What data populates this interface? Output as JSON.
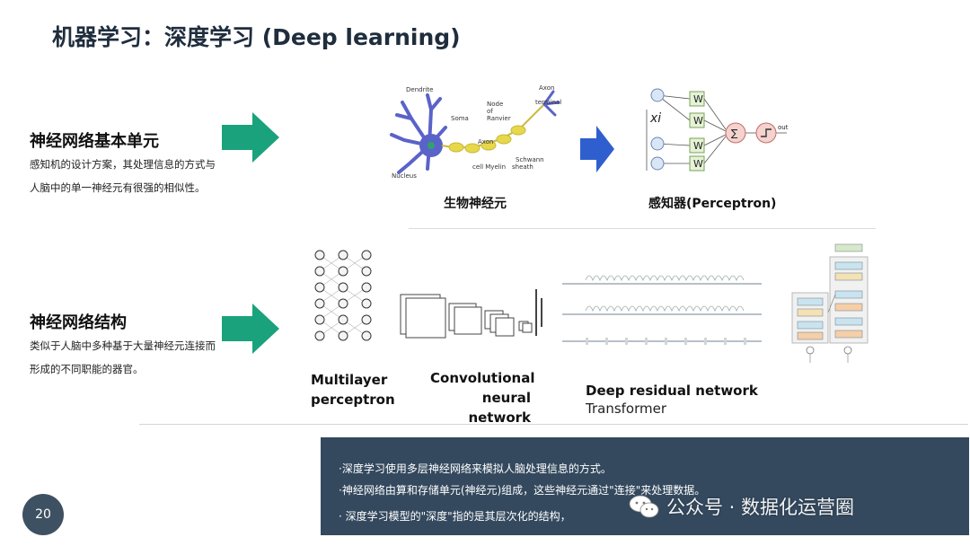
{
  "title": "机器学习：深度学习 (Deep learning)",
  "section1": {
    "title": "神经网络基本单元",
    "description": "感知机的设计方案，其处理信息的方式与人脑中的单一神经元有很强的相似性。"
  },
  "section2": {
    "title": "神经网络结构",
    "description": "类似于人脑中多种基于大量神经元连接而形成的不同职能的器官。"
  },
  "neuron": {
    "caption": "生物神经元",
    "labels": {
      "dendrite": "Dendrite",
      "soma": "Soma",
      "nucleus": "Nucleus",
      "axon": "Axon",
      "node1": "Node",
      "node2": "of",
      "node3": "Ranvier",
      "terminal1": "Axon",
      "terminal2": "terminal",
      "myelin": "cell Myelin",
      "schwann1": "Schwann",
      "schwann2": "sheath"
    }
  },
  "perceptron": {
    "caption": "感知器(Perceptron)",
    "labels": {
      "xi": "xi",
      "w": "W",
      "sum": "∑",
      "out": "out"
    }
  },
  "networks": {
    "mlp": [
      "Multilayer",
      "perceptron"
    ],
    "cnn": [
      "Convolutional",
      "neural",
      "network"
    ],
    "resnet": "Deep residual network",
    "transformer": "Transformer"
  },
  "info": {
    "line1": "·深度学习使用多层神经网络来模拟人脑处理信息的方式。",
    "line2": "·神经网络由算和存储单元(神经元)组成，这些神经元通过\"连接\"来处理数据。",
    "line3": "· 深度学习模型的\"深度\"指的是其层次化的结构，"
  },
  "page_number": "20",
  "watermark": "公众号 · 数据化运营圈",
  "colors": {
    "arrow_green": "#1aa27c",
    "arrow_blue": "#2f5fcf",
    "neuron_purple": "#5a63c8",
    "axon_yellow": "#e6d84a",
    "infobox_bg": "#34495e",
    "title_color": "#1f2d3d"
  }
}
